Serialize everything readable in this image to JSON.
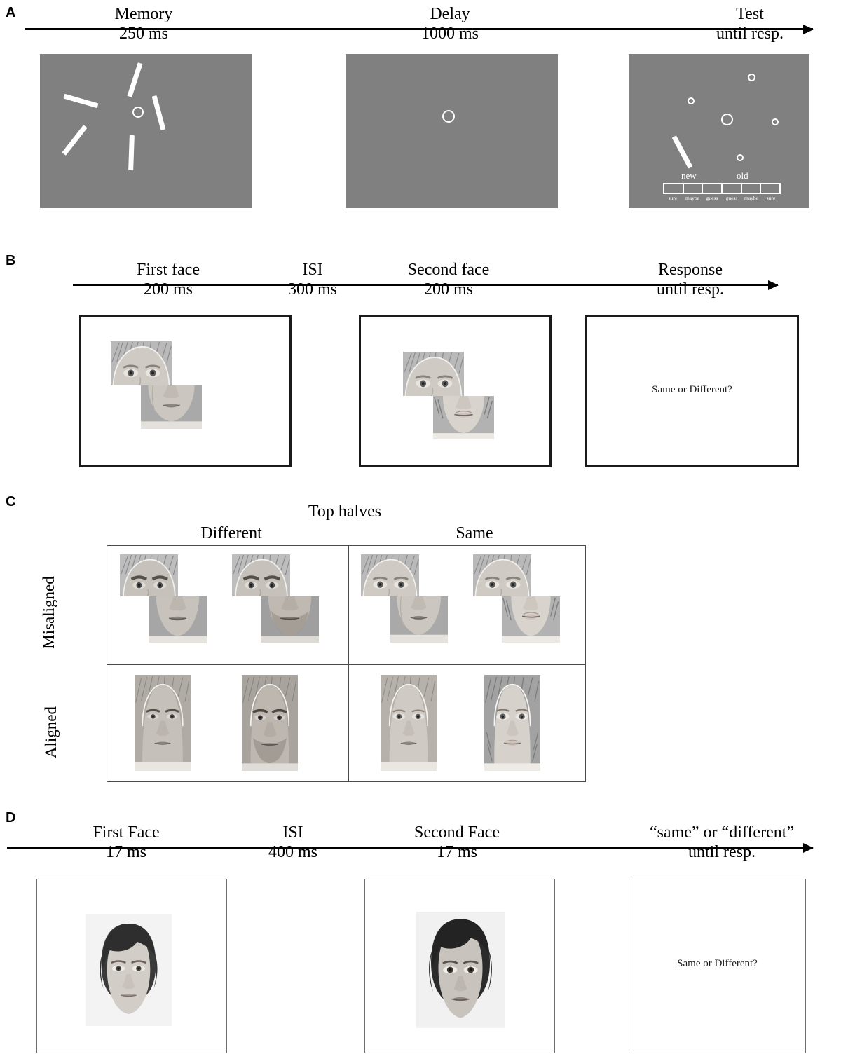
{
  "figure": {
    "panels": [
      "A",
      "B",
      "C",
      "D"
    ]
  },
  "panelA": {
    "letter": "A",
    "events": [
      {
        "name": "Memory",
        "duration": "250 ms"
      },
      {
        "name": "Delay",
        "duration": "1000 ms"
      },
      {
        "name": "Test",
        "duration": "until resp."
      }
    ],
    "memory_screen": {
      "bar_count": 5,
      "bar_orientations_deg": [
        28,
        -65,
        35,
        -22,
        8
      ],
      "fixation": "circle-outline"
    },
    "delay_screen": {
      "fixation": "circle-outline"
    },
    "test_screen": {
      "probe_count": 4,
      "bar_count": 1,
      "fixation": "circle-outline"
    },
    "confidence_scale": {
      "left_anchor": "new",
      "right_anchor": "old",
      "box_count": 6,
      "labels": [
        "sure",
        "maybe",
        "guess",
        "guess",
        "maybe",
        "sure"
      ]
    }
  },
  "panelB": {
    "letter": "B",
    "events": [
      {
        "name": "First face",
        "duration": "200 ms"
      },
      {
        "name": "ISI",
        "duration": "300 ms"
      },
      {
        "name": "Second face",
        "duration": "200 ms"
      },
      {
        "name": "Response",
        "duration": "until resp."
      }
    ],
    "screens": [
      {
        "kind": "composite-face-misaligned",
        "face": "female"
      },
      {
        "kind": "composite-face-misaligned",
        "face": "female"
      },
      {
        "kind": "prompt",
        "text": "Same or Different?"
      }
    ]
  },
  "panelC": {
    "letter": "C",
    "grid_title": "Top halves",
    "column_headers": [
      "Different",
      "Same"
    ],
    "row_headers": [
      "Misaligned",
      "Aligned"
    ],
    "cells": [
      {
        "row": "Misaligned",
        "column": "Different",
        "faces": [
          "male-a",
          "male-b"
        ],
        "alignment": "misaligned"
      },
      {
        "row": "Misaligned",
        "column": "Same",
        "faces": [
          "female-a",
          "female-b"
        ],
        "alignment": "misaligned"
      },
      {
        "row": "Aligned",
        "column": "Different",
        "faces": [
          "male-a",
          "male-b"
        ],
        "alignment": "aligned"
      },
      {
        "row": "Aligned",
        "column": "Same",
        "faces": [
          "female-a",
          "female-b"
        ],
        "alignment": "aligned"
      }
    ]
  },
  "panelD": {
    "letter": "D",
    "events": [
      {
        "name": "First Face",
        "duration": "17 ms"
      },
      {
        "name": "ISI",
        "duration": "400 ms"
      },
      {
        "name": "Second Face",
        "duration": "17 ms"
      },
      {
        "name": "“same” or “different”",
        "duration": "until resp."
      }
    ],
    "screens": [
      {
        "kind": "whole-face",
        "face": "dark-bob-female-1"
      },
      {
        "kind": "whole-face",
        "face": "dark-bob-female-2"
      },
      {
        "kind": "prompt",
        "text": "Same or Different?"
      }
    ]
  },
  "colors": {
    "screen_gray": "#808080",
    "stimulus_white": "#ffffff",
    "ink": "#000000",
    "frame_thick": "#1a1a1a",
    "frame_thin": "#6e6e6e"
  }
}
